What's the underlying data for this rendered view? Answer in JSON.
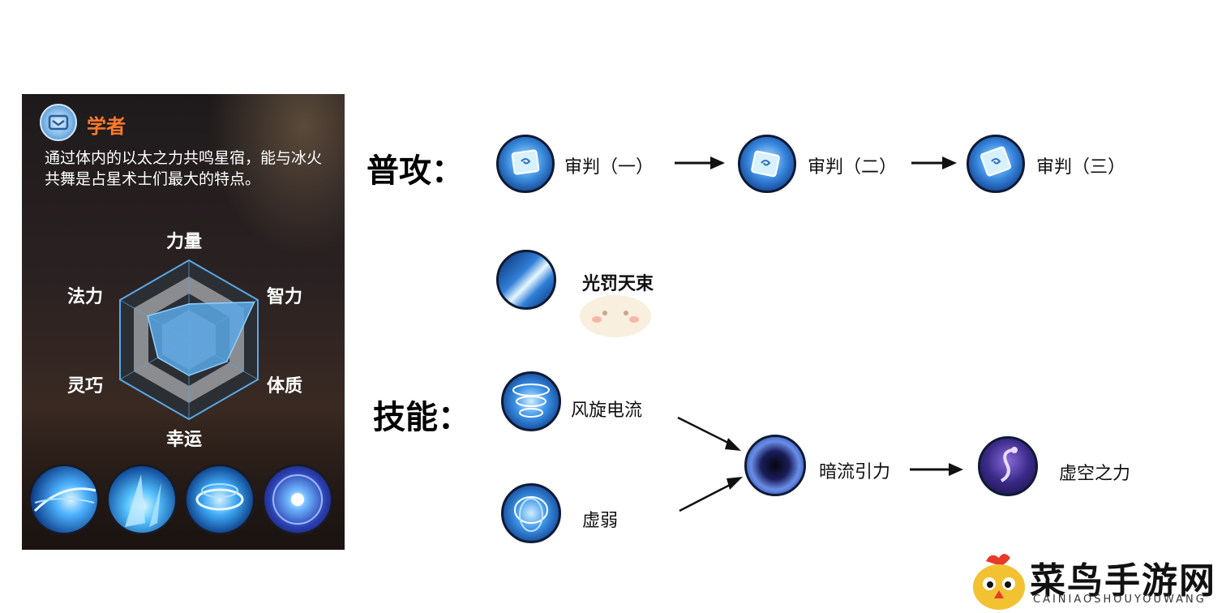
{
  "class_card": {
    "class_name": "学者",
    "description": "通过体内的以太之力共鸣星宿，能与冰火共舞是占星术士们最大的特点。",
    "stats": {
      "strength": "力量",
      "intelligence": "智力",
      "constitution": "体质",
      "luck": "幸运",
      "agility": "灵巧",
      "mana": "法力"
    },
    "stat_levels": {
      "strength": 0.45,
      "intelligence": 0.95,
      "constitution": 0.55,
      "luck": 0.45,
      "agility": 0.45,
      "mana": 0.6
    },
    "radar_fill_color": "#5aa8e8",
    "skill_icons": [
      "wind-blast-icon",
      "ice-shard-icon",
      "vortex-icon",
      "nova-icon"
    ]
  },
  "normal_attack": {
    "heading": "普攻：",
    "steps": [
      {
        "label": "审判（一）",
        "icon": "rune-card-icon"
      },
      {
        "label": "审判（二）",
        "icon": "rune-card-icon"
      },
      {
        "label": "审判（三）",
        "icon": "rune-card-icon"
      }
    ]
  },
  "special_skill": {
    "label": "光罚天束",
    "icon": "light-beam-icon"
  },
  "skills": {
    "heading": "技能：",
    "nodes": {
      "wind": {
        "label": "风旋电流",
        "icon": "whirlwind-icon"
      },
      "weak": {
        "label": "虚弱",
        "icon": "swirl-icon"
      },
      "gravity": {
        "label": "暗流引力",
        "icon": "black-hole-icon"
      },
      "void": {
        "label": "虚空之力",
        "icon": "void-serpent-icon"
      }
    }
  },
  "watermark": {
    "title": "菜鸟手游网",
    "subtitle": "CAINIAOSHOUYOUWANG"
  },
  "colors": {
    "accent_orange": "#ff7a2a",
    "orb_blue": "#2f7fd8",
    "dark_purple": "#2a1f5a"
  }
}
